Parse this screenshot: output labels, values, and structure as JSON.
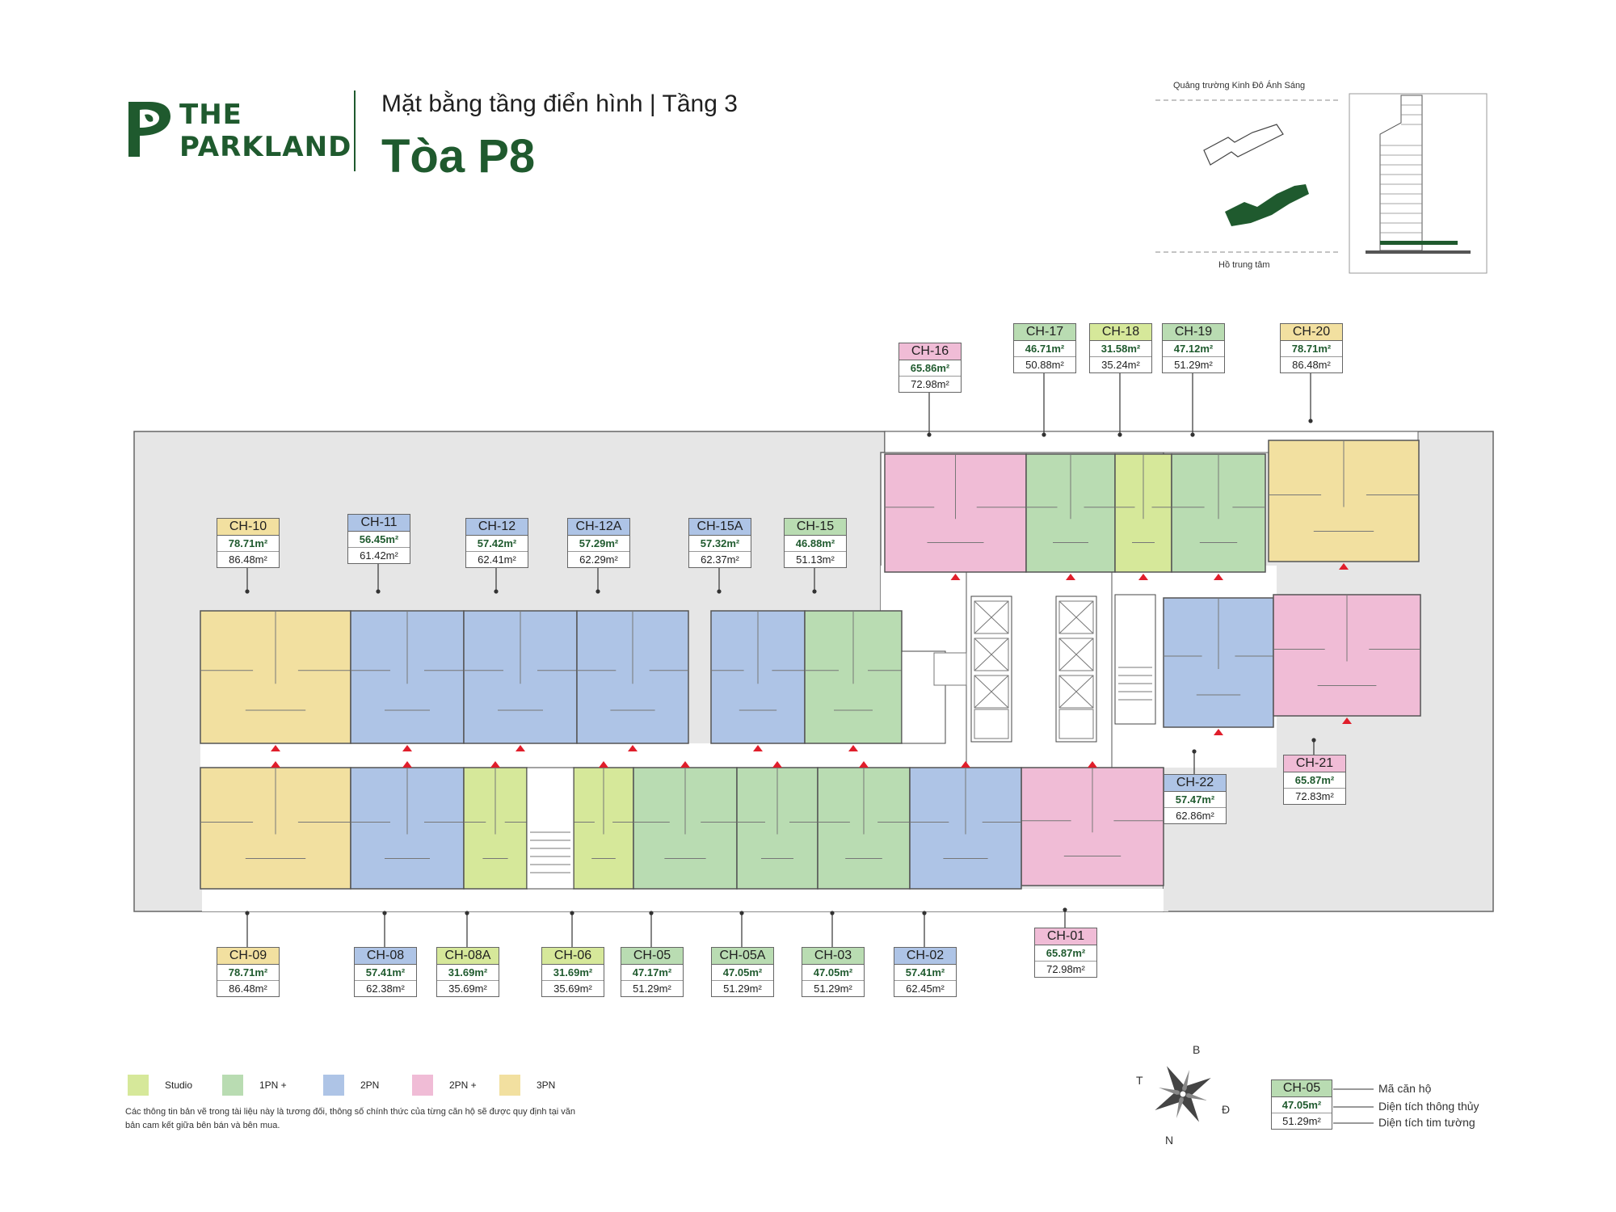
{
  "header": {
    "brand_line1": "THE",
    "brand_line2": "PARKLAND",
    "subtitle": "Mặt bằng tầng điển hình | Tầng 3",
    "title": "Tòa P8"
  },
  "context": {
    "top_label": "Quảng trường Kinh Đô Ánh Sáng",
    "bottom_label": "Hồ trung tâm"
  },
  "colors": {
    "studio": "#d6e89a",
    "1pn": "#b9dcb2",
    "2pn": "#aec4e6",
    "2pn_plus": "#f0bcd6",
    "3pn": "#f2e0a0",
    "courtyard": "#e6e6e6",
    "brand": "#1f5a2e"
  },
  "units": [
    {
      "code": "CH-16",
      "net": "65.86m²",
      "gross": "72.98m²",
      "type": "2pn_plus"
    },
    {
      "code": "CH-17",
      "net": "46.71m²",
      "gross": "50.88m²",
      "type": "1pn"
    },
    {
      "code": "CH-18",
      "net": "31.58m²",
      "gross": "35.24m²",
      "type": "studio"
    },
    {
      "code": "CH-19",
      "net": "47.12m²",
      "gross": "51.29m²",
      "type": "1pn"
    },
    {
      "code": "CH-20",
      "net": "78.71m²",
      "gross": "86.48m²",
      "type": "3pn"
    },
    {
      "code": "CH-10",
      "net": "78.71m²",
      "gross": "86.48m²",
      "type": "3pn"
    },
    {
      "code": "CH-11",
      "net": "56.45m²",
      "gross": "61.42m²",
      "type": "2pn"
    },
    {
      "code": "CH-12",
      "net": "57.42m²",
      "gross": "62.41m²",
      "type": "2pn"
    },
    {
      "code": "CH-12A",
      "net": "57.29m²",
      "gross": "62.29m²",
      "type": "2pn"
    },
    {
      "code": "CH-15A",
      "net": "57.32m²",
      "gross": "62.37m²",
      "type": "2pn"
    },
    {
      "code": "CH-15",
      "net": "46.88m²",
      "gross": "51.13m²",
      "type": "1pn"
    },
    {
      "code": "CH-22",
      "net": "57.47m²",
      "gross": "62.86m²",
      "type": "2pn"
    },
    {
      "code": "CH-21",
      "net": "65.87m²",
      "gross": "72.83m²",
      "type": "2pn_plus"
    },
    {
      "code": "CH-01",
      "net": "65.87m²",
      "gross": "72.98m²",
      "type": "2pn_plus"
    },
    {
      "code": "CH-09",
      "net": "78.71m²",
      "gross": "86.48m²",
      "type": "3pn"
    },
    {
      "code": "CH-08",
      "net": "57.41m²",
      "gross": "62.38m²",
      "type": "2pn"
    },
    {
      "code": "CH-08A",
      "net": "31.69m²",
      "gross": "35.69m²",
      "type": "studio"
    },
    {
      "code": "CH-06",
      "net": "31.69m²",
      "gross": "35.69m²",
      "type": "studio"
    },
    {
      "code": "CH-05",
      "net": "47.17m²",
      "gross": "51.29m²",
      "type": "1pn"
    },
    {
      "code": "CH-05A",
      "net": "47.05m²",
      "gross": "51.29m²",
      "type": "1pn"
    },
    {
      "code": "CH-03",
      "net": "47.05m²",
      "gross": "51.29m²",
      "type": "1pn"
    },
    {
      "code": "CH-02",
      "net": "57.41m²",
      "gross": "62.45m²",
      "type": "2pn"
    }
  ],
  "legend": [
    {
      "label": "Studio",
      "type": "studio"
    },
    {
      "label": "1PN +",
      "type": "1pn"
    },
    {
      "label": "2PN",
      "type": "2pn"
    },
    {
      "label": "2PN +",
      "type": "2pn_plus"
    },
    {
      "label": "3PN",
      "type": "3pn"
    }
  ],
  "disclaimer": "Các thông tin bản vẽ trong tài liệu này là tương đối, thông số chính thức của từng căn hộ sẽ được quy định tại văn bản cam kết giữa bên bán và bên mua.",
  "compass": {
    "b": "B",
    "d": "Đ",
    "n": "N",
    "t": "T"
  },
  "key": {
    "code": "CH-05",
    "net": "47.05m²",
    "gross": "51.29m²",
    "code_desc": "Mã căn hộ",
    "net_desc": "Diện tích thông thủy",
    "gross_desc": "Diện tích tim tường"
  }
}
